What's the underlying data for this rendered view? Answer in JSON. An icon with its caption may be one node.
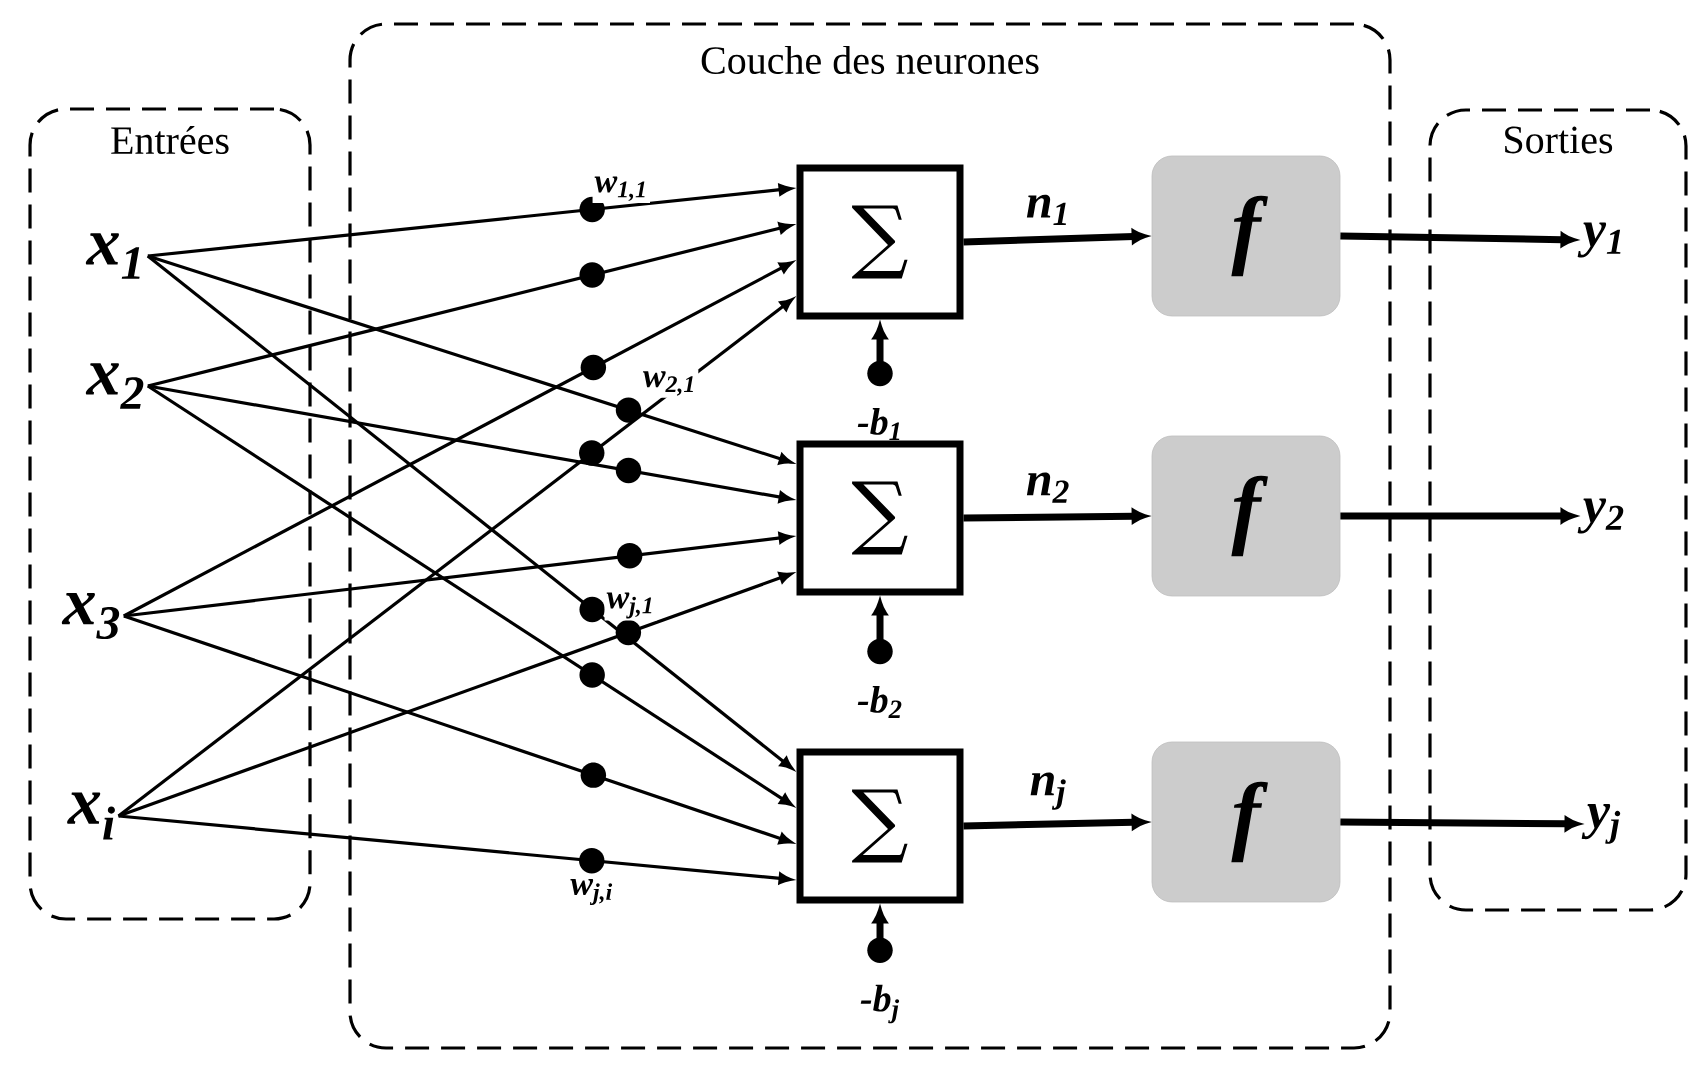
{
  "diagram": {
    "nodes": [
      {
        "text": [
          "Entrées"
        ]
      },
      {
        "text": [
          "Couche des neurones"
        ]
      },
      {
        "text": [
          "Sorties"
        ]
      },
      {
        "text": [
          "x$_{1}$"
        ],
        "in": 0
      },
      {
        "text": [
          "x$_{2}$"
        ],
        "in": 0
      },
      {
        "text": [
          "x$_{3}$"
        ],
        "in": 0
      },
      {
        "text": [
          "x$_{i}$"
        ],
        "in": 0
      },
      {
        "text": [
          "∑"
        ],
        "in": 1
      },
      {
        "text": [
          "∑"
        ],
        "in": 1
      },
      {
        "text": [
          "∑"
        ],
        "in": 1
      },
      {
        "text": [
          "f"
        ],
        "in": 1
      },
      {
        "text": [
          "f"
        ],
        "in": 1
      },
      {
        "text": [
          "f"
        ],
        "in": 1
      },
      {
        "text": [
          "y$_{1}$"
        ],
        "in": 2
      },
      {
        "text": [
          "y$_{2}$"
        ],
        "in": 2
      },
      {
        "text": [
          "y$_{j}$"
        ],
        "in": 2
      },
      {
        "text": [
          "-b$_{1}$"
        ],
        "in": 1
      },
      {
        "text": [
          "-b$_{2}$"
        ],
        "in": 1
      },
      {
        "text": [
          "-b$_{j}$"
        ],
        "in": 1
      }
    ],
    "edges": [
      {
        "from": 3,
        "to": 7,
        "arrow": "to",
        "label": "w$_{1,1}$"
      },
      {
        "from": 3,
        "to": 8,
        "arrow": "to",
        "label": "w$_{2,1}$"
      },
      {
        "from": 3,
        "to": 9,
        "arrow": "to",
        "label": "w$_{j,1}$"
      },
      {
        "from": 4,
        "to": 7,
        "arrow": "to"
      },
      {
        "from": 4,
        "to": 8,
        "arrow": "to"
      },
      {
        "from": 4,
        "to": 9,
        "arrow": "to"
      },
      {
        "from": 5,
        "to": 7,
        "arrow": "to"
      },
      {
        "from": 5,
        "to": 8,
        "arrow": "to"
      },
      {
        "from": 5,
        "to": 9,
        "arrow": "to"
      },
      {
        "from": 6,
        "to": 7,
        "arrow": "to"
      },
      {
        "from": 6,
        "to": 8,
        "arrow": "to"
      },
      {
        "from": 6,
        "to": 9,
        "arrow": "to",
        "label": "w$_{j,i}$"
      },
      {
        "from": 16,
        "to": 7,
        "arrow": "to",
        "style": "thick"
      },
      {
        "from": 17,
        "to": 8,
        "arrow": "to",
        "style": "thick"
      },
      {
        "from": 18,
        "to": 9,
        "arrow": "to",
        "style": "thick"
      },
      {
        "from": 7,
        "to": 10,
        "arrow": "to",
        "style": "thick",
        "label": "n$_{1}$"
      },
      {
        "from": 8,
        "to": 11,
        "arrow": "to",
        "style": "thick",
        "label": "n$_{2}$"
      },
      {
        "from": 9,
        "to": 12,
        "arrow": "to",
        "style": "thick",
        "label": "n$_{j}$"
      },
      {
        "from": 10,
        "to": 13,
        "arrow": "to",
        "style": "thick"
      },
      {
        "from": 11,
        "to": 14,
        "arrow": "to",
        "style": "thick"
      },
      {
        "from": 12,
        "to": 15,
        "arrow": "to",
        "style": "thick"
      }
    ]
  }
}
